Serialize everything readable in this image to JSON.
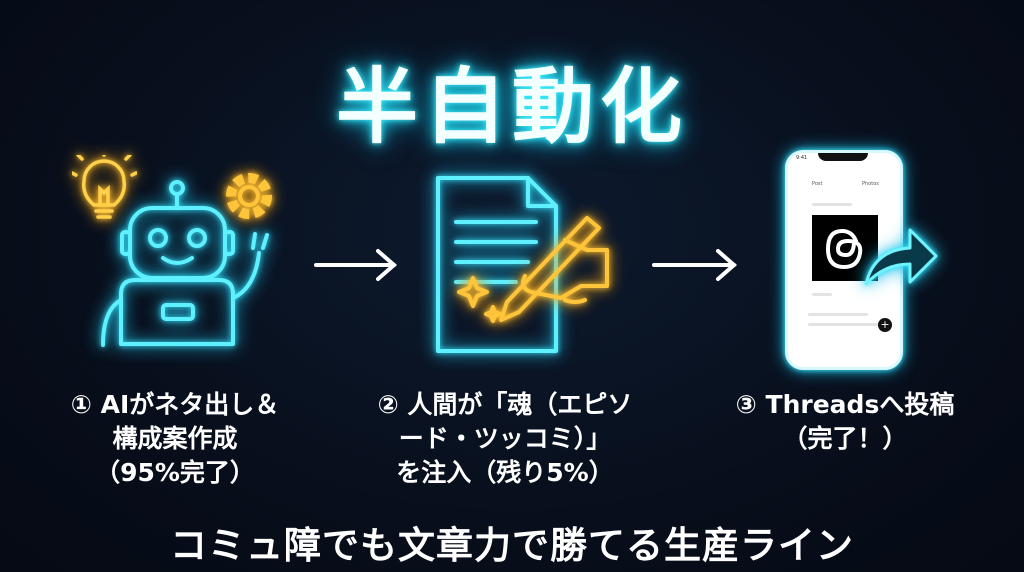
{
  "title": "半自動化",
  "steps": [
    {
      "lines": [
        "① AIがネタ出し＆",
        "構成案作成",
        "（95%完了）"
      ],
      "icon": "robot-icon"
    },
    {
      "lines": [
        "② 人間が「魂（エピソ",
        "ード・ツッコミ）」",
        "を注入（残り5%）"
      ],
      "icon": "document-pen-icon"
    },
    {
      "lines": [
        "③ Threadsへ投稿",
        "（完了！）"
      ],
      "icon": "phone-threads-icon"
    }
  ],
  "phone": {
    "tab_post": "Post",
    "tab_photos": "Photos",
    "time": "9:41"
  },
  "footer": "コミュ障でも文章力で勝てる生産ライン",
  "colors": {
    "cyan": "#39e6ff",
    "yellow": "#ffc53a",
    "background": "#070d19"
  }
}
